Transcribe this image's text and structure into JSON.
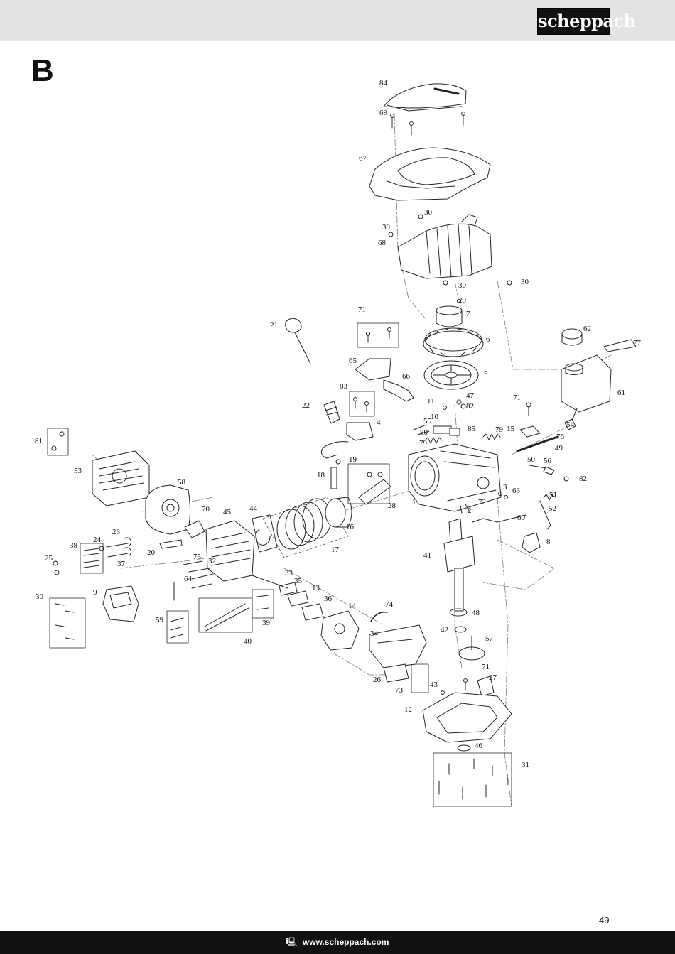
{
  "header": {
    "brand": "scheppach"
  },
  "section_letter": "B",
  "page_number": "49",
  "footer": {
    "url": "www.scheppach.com",
    "icon": "computer-icon"
  },
  "part_numbers": [
    {
      "id": "p84",
      "text": "84"
    },
    {
      "id": "p69",
      "text": "69"
    },
    {
      "id": "p67",
      "text": "67"
    },
    {
      "id": "p30a",
      "text": "30"
    },
    {
      "id": "p30b",
      "text": "30"
    },
    {
      "id": "p68",
      "text": "68"
    },
    {
      "id": "p30c",
      "text": "30"
    },
    {
      "id": "p30d",
      "text": "30"
    },
    {
      "id": "p29",
      "text": "29"
    },
    {
      "id": "p7",
      "text": "7"
    },
    {
      "id": "p71a",
      "text": "71"
    },
    {
      "id": "p21",
      "text": "21"
    },
    {
      "id": "p6",
      "text": "6"
    },
    {
      "id": "p62",
      "text": "62"
    },
    {
      "id": "p77",
      "text": "77"
    },
    {
      "id": "p65",
      "text": "65"
    },
    {
      "id": "p5",
      "text": "5"
    },
    {
      "id": "p66",
      "text": "66"
    },
    {
      "id": "p61",
      "text": "61"
    },
    {
      "id": "p83",
      "text": "83"
    },
    {
      "id": "p11",
      "text": "11"
    },
    {
      "id": "p47",
      "text": "47"
    },
    {
      "id": "p82a",
      "text": "82"
    },
    {
      "id": "p71b",
      "text": "71"
    },
    {
      "id": "p22",
      "text": "22"
    },
    {
      "id": "p10",
      "text": "10"
    },
    {
      "id": "p55",
      "text": "55"
    },
    {
      "id": "p4",
      "text": "4"
    },
    {
      "id": "p85",
      "text": "85"
    },
    {
      "id": "p79a",
      "text": "79"
    },
    {
      "id": "p15",
      "text": "15"
    },
    {
      "id": "p54",
      "text": "54"
    },
    {
      "id": "p80",
      "text": "80"
    },
    {
      "id": "p76",
      "text": "76"
    },
    {
      "id": "p81",
      "text": "81"
    },
    {
      "id": "p79b",
      "text": "79"
    },
    {
      "id": "p49",
      "text": "49"
    },
    {
      "id": "p50",
      "text": "50"
    },
    {
      "id": "p56",
      "text": "56"
    },
    {
      "id": "p53",
      "text": "53"
    },
    {
      "id": "p19",
      "text": "19"
    },
    {
      "id": "p82b",
      "text": "82"
    },
    {
      "id": "p18",
      "text": "18"
    },
    {
      "id": "p58",
      "text": "58"
    },
    {
      "id": "p3",
      "text": "3"
    },
    {
      "id": "p63",
      "text": "63"
    },
    {
      "id": "p51",
      "text": "51"
    },
    {
      "id": "p72",
      "text": "72"
    },
    {
      "id": "p28",
      "text": "28"
    },
    {
      "id": "p1",
      "text": "1"
    },
    {
      "id": "p52",
      "text": "52"
    },
    {
      "id": "p70",
      "text": "70"
    },
    {
      "id": "p45",
      "text": "45"
    },
    {
      "id": "p44",
      "text": "44"
    },
    {
      "id": "p2",
      "text": "2"
    },
    {
      "id": "p60",
      "text": "60"
    },
    {
      "id": "p16",
      "text": "16"
    },
    {
      "id": "p23",
      "text": "23"
    },
    {
      "id": "p24",
      "text": "24"
    },
    {
      "id": "p38",
      "text": "38"
    },
    {
      "id": "p20",
      "text": "20"
    },
    {
      "id": "p17",
      "text": "17"
    },
    {
      "id": "p8",
      "text": "8"
    },
    {
      "id": "p25",
      "text": "25"
    },
    {
      "id": "p75",
      "text": "75"
    },
    {
      "id": "p37",
      "text": "37"
    },
    {
      "id": "p41",
      "text": "41"
    },
    {
      "id": "p32",
      "text": "32"
    },
    {
      "id": "p33",
      "text": "33"
    },
    {
      "id": "p64",
      "text": "64"
    },
    {
      "id": "p35",
      "text": "35"
    },
    {
      "id": "p9",
      "text": "9"
    },
    {
      "id": "p30e",
      "text": "30"
    },
    {
      "id": "p13",
      "text": "13"
    },
    {
      "id": "p36",
      "text": "36"
    },
    {
      "id": "p14",
      "text": "14"
    },
    {
      "id": "p74",
      "text": "74"
    },
    {
      "id": "p48",
      "text": "48"
    },
    {
      "id": "p59",
      "text": "59"
    },
    {
      "id": "p39",
      "text": "39"
    },
    {
      "id": "p42",
      "text": "42"
    },
    {
      "id": "p34",
      "text": "34"
    },
    {
      "id": "p57",
      "text": "57"
    },
    {
      "id": "p40",
      "text": "40"
    },
    {
      "id": "p71c",
      "text": "71"
    },
    {
      "id": "p27",
      "text": "27"
    },
    {
      "id": "p26",
      "text": "26"
    },
    {
      "id": "p43",
      "text": "43"
    },
    {
      "id": "p73",
      "text": "73"
    },
    {
      "id": "p12",
      "text": "12"
    },
    {
      "id": "p46",
      "text": "46"
    },
    {
      "id": "p31",
      "text": "31"
    }
  ]
}
